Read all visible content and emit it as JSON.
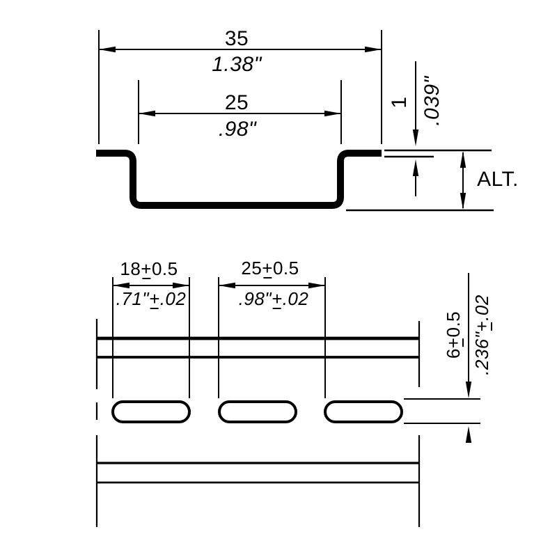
{
  "meta": {
    "background_color": "#ffffff",
    "line_color": "#000000",
    "drawing_type": "DIN rail dimensioned drawing"
  },
  "cross_section_view": {
    "overall_width": {
      "metric": "35",
      "imperial": "1.38\""
    },
    "inner_width": {
      "metric": "25",
      "imperial": ".98\""
    },
    "thickness": {
      "metric": "1",
      "imperial": ".039\""
    },
    "height_alt_label": "ALT."
  },
  "plan_view": {
    "slot_length": {
      "metric": "18±0.5",
      "imperial": ".71\"±.02"
    },
    "slot_pitch": {
      "metric": "25±0.5",
      "imperial": ".98\"±.02"
    },
    "slot_width": {
      "metric": "6±0.5",
      "imperial": ".236\"±.02"
    }
  }
}
